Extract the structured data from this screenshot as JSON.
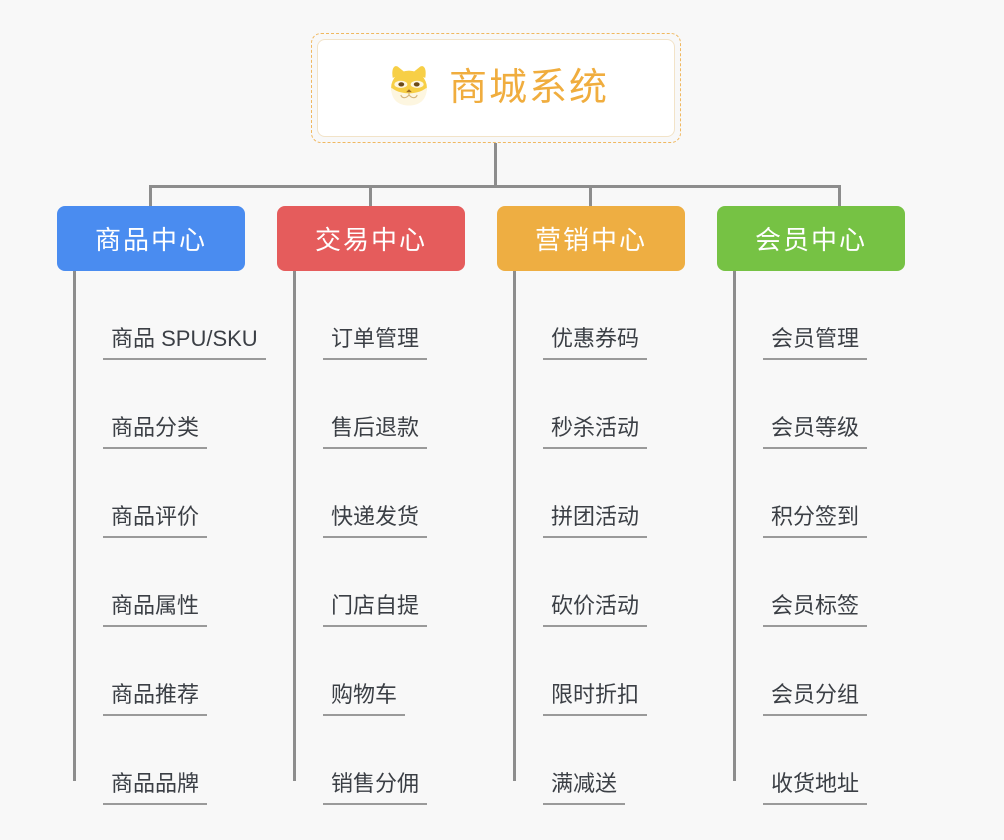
{
  "root": {
    "title": "商城系统",
    "icon": "shiba-dog-icon",
    "accent": "#f0ad3e",
    "border": "#f0b860"
  },
  "connector_color": "#8d8d8d",
  "background": "#f8f8f8",
  "columns": [
    {
      "title": "商品中心",
      "color": "#4a8cf0",
      "items": [
        "商品 SPU/SKU",
        "商品分类",
        "商品评价",
        "商品属性",
        "商品推荐",
        "商品品牌"
      ]
    },
    {
      "title": "交易中心",
      "color": "#e55c5c",
      "items": [
        "订单管理",
        "售后退款",
        "快递发货",
        "门店自提",
        "购物车",
        "销售分佣"
      ]
    },
    {
      "title": "营销中心",
      "color": "#eeae42",
      "items": [
        "优惠券码",
        "秒杀活动",
        "拼团活动",
        "砍价活动",
        "限时折扣",
        "满减送"
      ]
    },
    {
      "title": "会员中心",
      "color": "#76c244",
      "items": [
        "会员管理",
        "会员等级",
        "积分签到",
        "会员标签",
        "会员分组",
        "收货地址"
      ]
    }
  ]
}
